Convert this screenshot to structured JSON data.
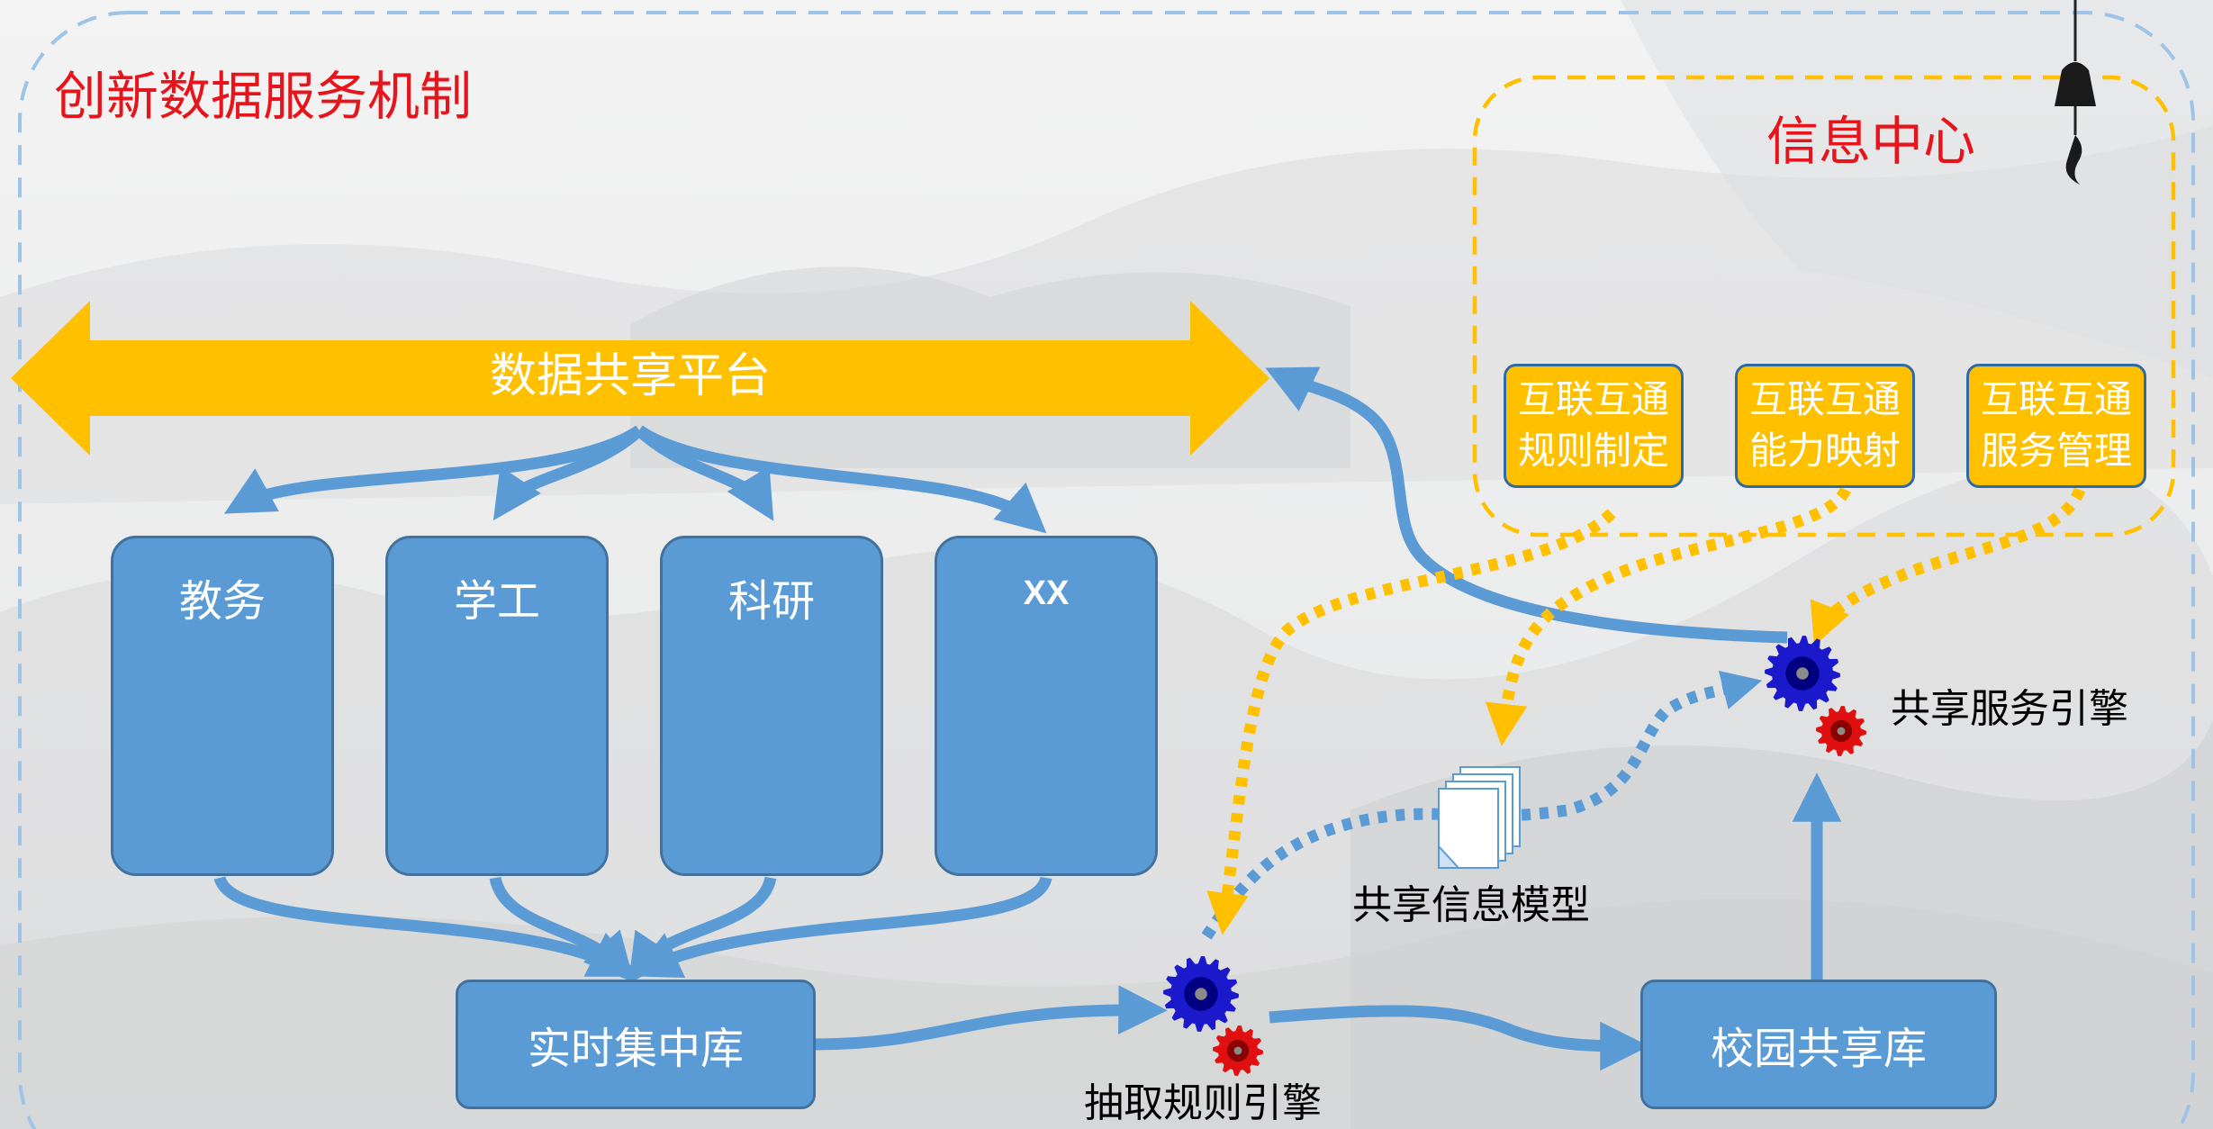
{
  "title": "创新数据服务机制",
  "info_center": {
    "title": "信息中心"
  },
  "platform": {
    "label": "数据共享平台"
  },
  "systems": [
    "教务",
    "学工",
    "科研",
    "XX"
  ],
  "realtime_db": "实时集中库",
  "campus_db": "校园共享库",
  "rules": [
    "互联互通\n规则制定",
    "互联互通\n能力映射",
    "互联互通\n服务管理"
  ],
  "labels": {
    "extract_engine": "抽取规则引擎",
    "share_engine": "共享服务引擎",
    "info_model": "共享信息模型"
  },
  "colors": {
    "title_red": "#e8141c",
    "platform_yellow": "#ffc000",
    "box_blue": "#5b9bd5",
    "arrow_blue": "#5b9bd5",
    "dotted_yellow": "#ffc000",
    "gear_blue": "#1a1acc",
    "gear_red": "#e01010"
  }
}
